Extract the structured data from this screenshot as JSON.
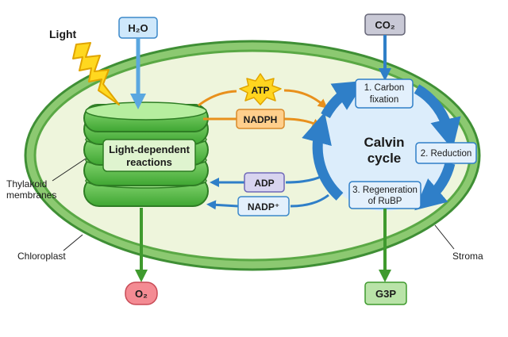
{
  "inputs": {
    "water": "H₂O",
    "co2": "CO₂",
    "light": "Light"
  },
  "outputs": {
    "oxygen": "O₂",
    "g3p": "G3P"
  },
  "light_reactions": {
    "line1": "Light-dependent",
    "line2": "reactions"
  },
  "carriers": {
    "atp": "ATP",
    "nadph": "NADPH",
    "adp": "ADP",
    "nadp": "NADP⁺"
  },
  "calvin": {
    "title_line1": "Calvin",
    "title_line2": "cycle",
    "step1_line1": "1. Carbon",
    "step1_line2": "fixation",
    "step2": "2. Reduction",
    "step3_line1": "3. Regeneration",
    "step3_line2": "of RuBP"
  },
  "labels": {
    "thylakoid_line1": "Thylakoid",
    "thylakoid_line2": "membranes",
    "chloroplast": "Chloroplast",
    "stroma": "Stroma"
  },
  "colors": {
    "chloroplast_outer": "#5aa845",
    "stroma": "#eef5dc",
    "thylakoid": "#5cc24a",
    "calvin_ring": "#2f7fc8",
    "calvin_fill": "#dcedfb",
    "water_box": "#cfe8fb",
    "co2_box": "#c9c9d6",
    "atp_burst": "#ffd51f",
    "nadph_box": "#ffcf8c",
    "oxygen_box": "#f48b93",
    "g3p_box": "#b9e3a8"
  }
}
